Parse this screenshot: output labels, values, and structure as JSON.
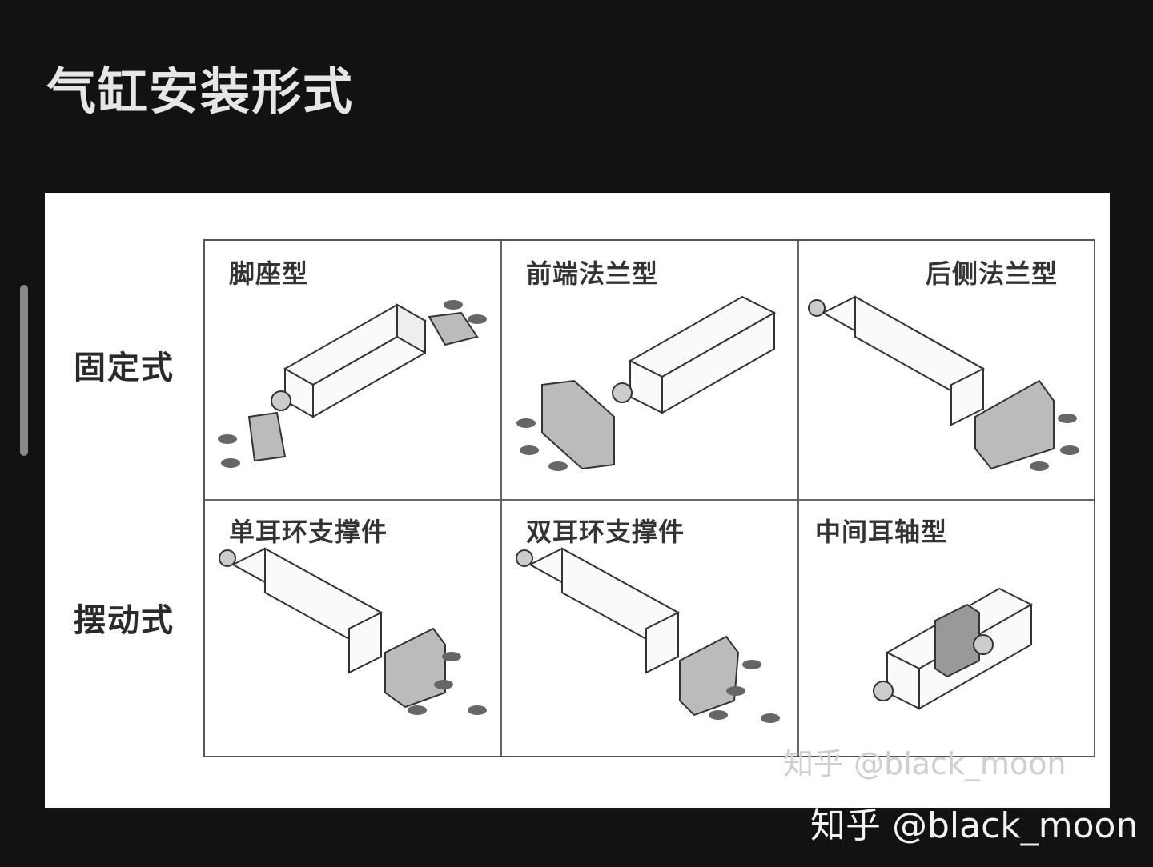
{
  "page": {
    "title": "气缸安装形式"
  },
  "figure": {
    "rows": [
      {
        "label": "固定式",
        "cells": [
          "脚座型",
          "前端法兰型",
          "后侧法兰型"
        ]
      },
      {
        "label": "摆动式",
        "cells": [
          "单耳环支撑件",
          "双耳环支撑件",
          "中间耳轴型"
        ]
      }
    ],
    "watermark": "知乎 @black_moon"
  },
  "watermark": "知乎 @black_moon",
  "icons": {
    "cylinder": "cylinder-drawing-icon",
    "bracket": "mount-bracket-icon",
    "bolt": "bolt-icon"
  },
  "colors": {
    "background": "#121212",
    "figure_bg": "#ffffff",
    "line": "#555555"
  }
}
